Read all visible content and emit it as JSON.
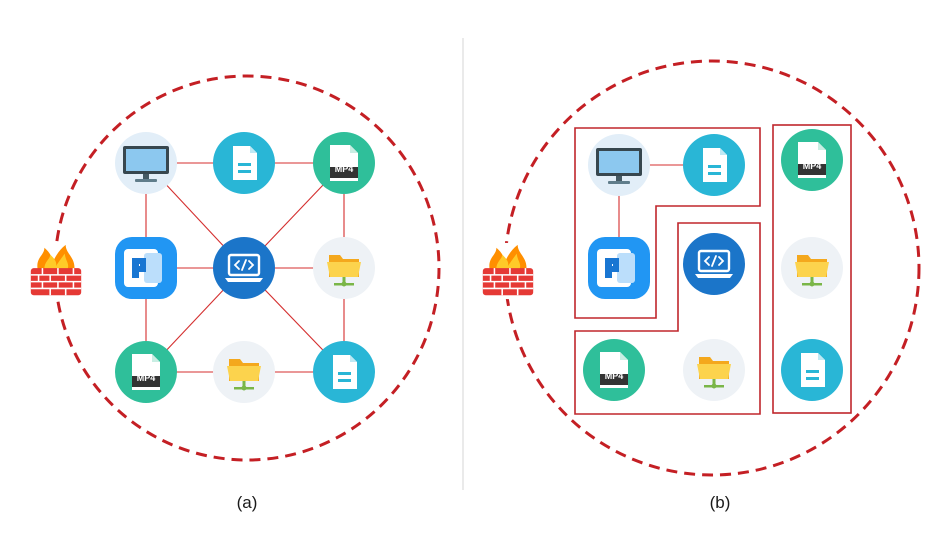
{
  "panels": {
    "a": {
      "caption": "(a)"
    },
    "b": {
      "caption": "(b)"
    }
  },
  "icon_labels": {
    "mp4": "MP4"
  },
  "colors": {
    "boundary": "#c41f24",
    "link": "#d42f2f",
    "group_border": "#c0262c",
    "divider": "#d9d9d9",
    "doc_teal": "#29b6d6",
    "mp4_green": "#2fbf9a",
    "ppt_blue": "#1e88e5",
    "code_blue": "#1b75c9",
    "folder_yellow": "#fbc12e",
    "folder_bg": "#eef2f6",
    "monitor_bg": "#e2eef8",
    "firewall_red": "#e53935",
    "firewall_flame": "#ff9800"
  },
  "icons": {
    "a": [
      "monitor-icon",
      "document-icon",
      "mp4-icon",
      "presentation-icon",
      "code-laptop-icon",
      "network-folder-icon",
      "mp4-icon",
      "network-folder-icon",
      "document-icon"
    ],
    "b": [
      "monitor-icon",
      "document-icon",
      "mp4-icon",
      "presentation-icon",
      "code-laptop-icon",
      "network-folder-icon",
      "mp4-icon",
      "network-folder-icon",
      "document-icon"
    ],
    "firewall": "firewall-icon"
  }
}
